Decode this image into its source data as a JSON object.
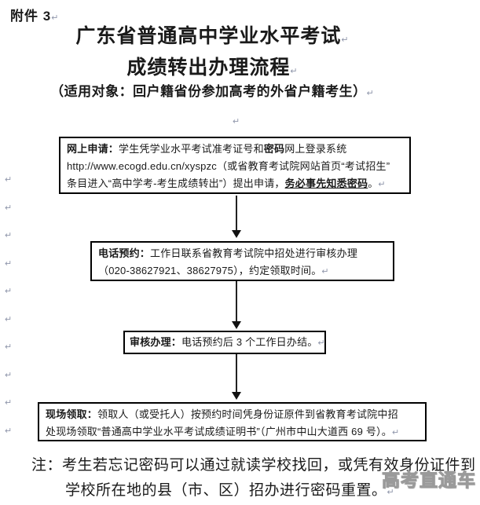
{
  "document": {
    "attachment_label": "附件 3",
    "title_line1": "广东省普通高中学业水平考试",
    "title_line2": "成绩转出办理流程",
    "subtitle": "（适用对象：回户籍省份参加高考的外省户籍考生）"
  },
  "flowchart": {
    "steps": [
      {
        "id": "online-application",
        "label": "网上申请",
        "lines": [
          [
            {
              "t": "网上申请：",
              "b": 1
            },
            {
              "t": "学生凭学业水平考试准考证号和"
            },
            {
              "t": "密码",
              "b": 1
            },
            {
              "t": "网上登录系统"
            }
          ],
          [
            {
              "t": "http://www.ecogd.edu.cn/xyspzc（或省教育考试院网站首页“考试招生”"
            }
          ],
          [
            {
              "t": "条目进入“高中学考-考生成绩转出”）提出申请，"
            },
            {
              "t": "务必事先知悉密码",
              "b": 1,
              "u": 1
            },
            {
              "t": "。"
            },
            {
              "t": "↵",
              "p": 1
            }
          ]
        ]
      },
      {
        "id": "phone-reservation",
        "label": "电话预约",
        "lines": [
          [
            {
              "t": "电话预约：",
              "b": 1
            },
            {
              "t": "工作日联系省教育考试院中招处进行审核办理"
            }
          ],
          [
            {
              "t": "（020-38627921、38627975），约定领取时间。"
            },
            {
              "t": "↵",
              "p": 1
            }
          ]
        ]
      },
      {
        "id": "review-processing",
        "label": "审核办理",
        "lines": [
          [
            {
              "t": "审核办理：",
              "b": 1
            },
            {
              "t": "电话预约后 3 个工作日办结。"
            },
            {
              "t": "↵",
              "p": 1
            }
          ]
        ]
      },
      {
        "id": "onsite-pickup",
        "label": "现场领取",
        "lines": [
          [
            {
              "t": "现场领取：",
              "b": 1
            },
            {
              "t": "领取人（或受托人）按预约时间凭身份证原件到省教育考试院中招"
            }
          ],
          [
            {
              "t": "处现场领取“普通高中学业水平考试成绩证明书”（广州市中山大道西 69 号）。"
            },
            {
              "t": "↵",
              "p": 1
            }
          ]
        ]
      }
    ]
  },
  "note": {
    "line1": "注：考生若忘记密码可以通过就读学校找回，或凭有效身份证件到",
    "line2": "学校所在地的县（市、区）招办进行密码重置。"
  },
  "watermark": "高考直通车",
  "marks": {
    "pilcrow": "↵"
  },
  "colors": {
    "text": "#1a1a1a",
    "box_border": "#000000",
    "watermark_gray": "#9a9a9a",
    "paragraph_mark_gray": "#9097ab"
  }
}
